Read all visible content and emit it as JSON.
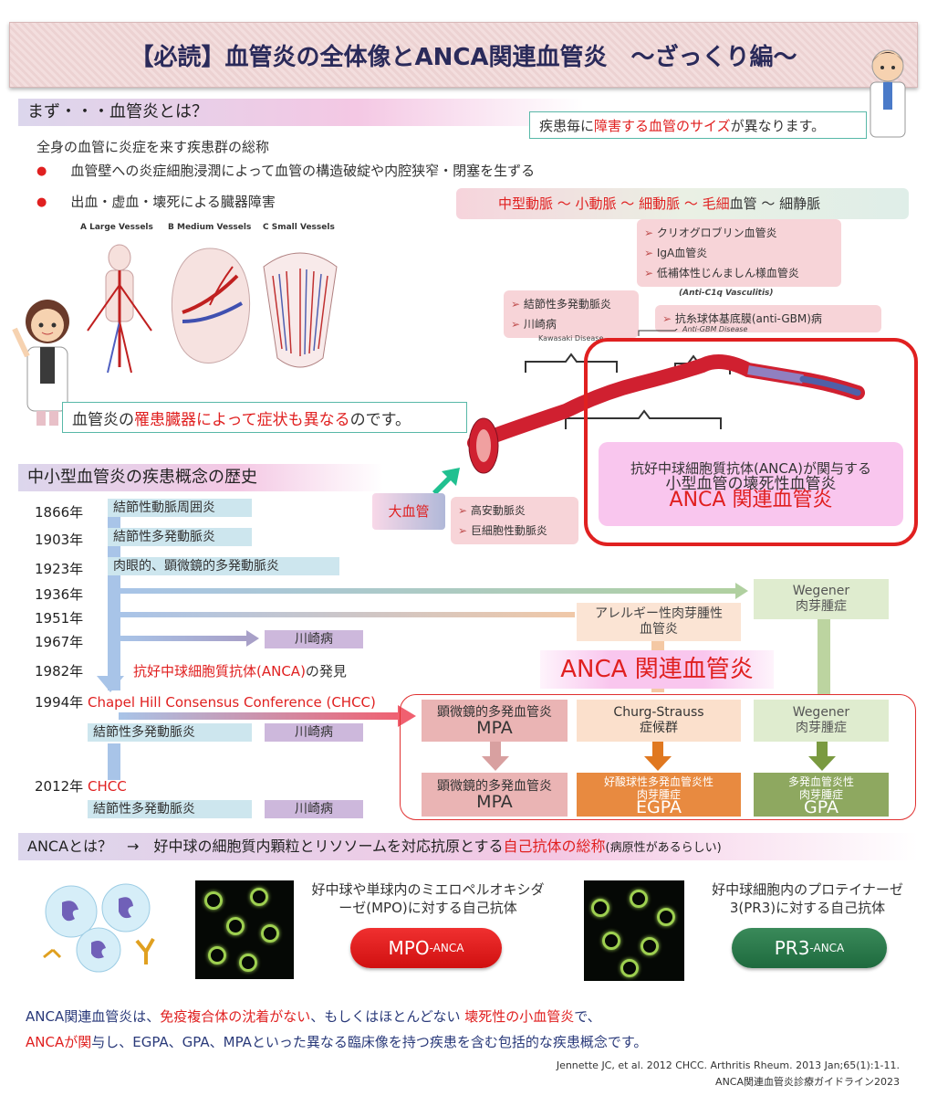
{
  "title": "【必読】血管炎の全体像とANCA関連血管炎　～ざっくり編～",
  "sec1": {
    "heading": "まず・・・血管炎とは？",
    "size_note_a": "疾患毎に",
    "size_note_b": "障害する血管のサイズ",
    "size_note_c": "が異なります。",
    "intro": "全身の血管に炎症を来す疾患群の総称",
    "bullet1": "血管壁への炎症細胞浸潤によって血管の構造破綻や内腔狭窄・閉塞を生ずる",
    "bullet2": "出血・虚血・壊死による臓器障害",
    "img_labels": [
      "A  Large Vessels",
      "B  Medium Vessels",
      "C  Small Vessels"
    ],
    "organ_note_a": "血管炎の",
    "organ_note_b": "罹患臓器によって症状も異なる",
    "organ_note_c": "のです。",
    "vessel_scale_a": "中型動脈 ～ 小動脈 ～ 細動脈 ～ 毛細",
    "vessel_scale_b": "血管 ～ 細静脈",
    "small_vessel_list": [
      "クリオグロブリン血管炎",
      "IgA血管炎",
      "低補体性じんましん様血管炎"
    ],
    "anti_c1q": "(Anti-C1q Vasculitis)",
    "anti_gbm_list": [
      "抗糸球体基底膜(anti-GBM)病"
    ],
    "anti_gbm_eng": "Anti-GBM Disease",
    "medium_list": [
      "結節性多発動脈炎",
      "川崎病"
    ],
    "kawasaki_eng": "Kawasaki Disease",
    "large_label": "大血管",
    "large_list": [
      "高安動脈炎",
      "巨細胞性動脈炎"
    ],
    "anca_box_line1": "抗好中球細胞質抗体(ANCA)が関与する",
    "anca_box_line2": "小型血管の壊死性血管炎",
    "anca_box_line3": "ANCA 関連血管炎"
  },
  "sec2": {
    "heading": "中小型血管炎の疾患概念の歴史",
    "years": [
      "1866年",
      "1903年",
      "1923年",
      "1936年",
      "1951年",
      "1967年",
      "1982年",
      "1994年",
      "2012年"
    ],
    "bar_1866": "結節性動脈周囲炎",
    "bar_1903": "結節性多発動脈炎",
    "bar_1923": "肉眼的、顕微鏡的多発動脈炎",
    "kawasaki": "川崎病",
    "anca_discovery_a": "抗好中球細胞質抗体(ANCA)",
    "anca_discovery_b": "の発見",
    "chcc1994": "Chapel Hill Consensus Conference (CHCC)",
    "chcc2012": "CHCC",
    "pan": "結節性多発動脈炎",
    "wegener_top_1": "Wegener",
    "wegener_top_2": "肉芽腫症",
    "allergic_1": "アレルギー性肉芽腫性",
    "allergic_2": "血管炎",
    "anca_label": "ANCA 関連血管炎",
    "mpa_small": "顕微鏡的多発血管炎",
    "mpa": "MPA",
    "cs_1": "Churg-Strauss",
    "cs_2": "症候群",
    "wegener_1": "Wegener",
    "wegener_2": "肉芽腫症",
    "egpa_small_1": "好酸球性多発血管炎性",
    "egpa_small_2": "肉芽腫症",
    "egpa": "EGPA",
    "gpa_small_1": "多発血管炎性",
    "gpa_small_2": "肉芽腫症",
    "gpa": "GPA"
  },
  "sec3": {
    "heading_a": "ANCAとは？　→　好中球の細胞質内顆粒とリソソームを対応抗原とする",
    "heading_b": "自己抗体の総称",
    "heading_c": "(病原性があるらしい)",
    "mpo_desc": "好中球や単球内のミエロペルオキシダーゼ(MPO)に対する自己抗体",
    "mpo_label": "MPO",
    "mpo_suffix": "-ANCA",
    "pr3_desc": "好中球細胞内のプロテイナーゼ3(PR3)に対する自己抗体",
    "pr3_label": "PR3",
    "pr3_suffix": "-ANCA"
  },
  "summary": {
    "l1_a": "ANCA関連血管炎は、",
    "l1_b": "免疫複合体の沈着がない",
    "l1_c": "、もしくはほとんどない ",
    "l1_d": "壊死性の小血管炎",
    "l1_e": "で、",
    "l2_a": "ANCAが関",
    "l2_b": "与し、EGPA、GPA、MPAといった異なる臨床像を持つ疾患を含む包括的な疾患概念です。"
  },
  "refs": {
    "ref1": "Jennette JC, et al. 2012 CHCC. Arthritis Rheum. 2013 Jan;65(1):1-11.",
    "ref2": "ANCA関連血管炎診療ガイドライン2023"
  },
  "colors": {
    "accent_red": "#e02020",
    "anca_pink": "#f9c6ee",
    "egpa_orange": "#e88a40",
    "gpa_green": "#8ea860",
    "mpa_rose": "#e0a0a0"
  }
}
